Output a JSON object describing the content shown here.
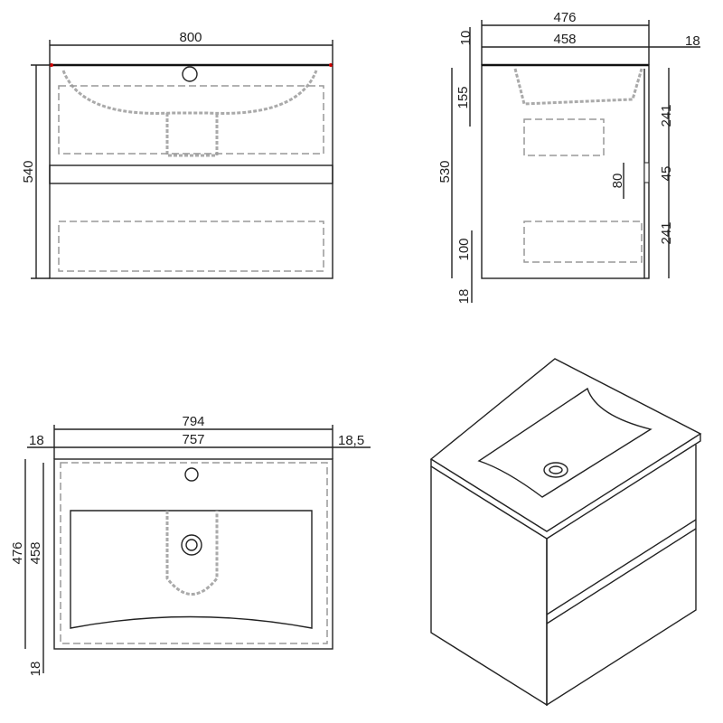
{
  "front_view": {
    "width": "800",
    "height": "540"
  },
  "side_view": {
    "depth_total": "476",
    "depth_inner": "458",
    "top_thickness": "10",
    "back_panel": "18",
    "height": "530",
    "basin_depth": "155",
    "plinth": "100",
    "bottom": "18",
    "drawer_upper": "241",
    "gap": "45",
    "handle": "80",
    "drawer_lower": "241"
  },
  "top_view": {
    "width_total": "794",
    "width_inner": "757",
    "left_offset": "18",
    "right_offset": "18,5",
    "depth_total": "476",
    "depth_inner": "458",
    "bottom_offset": "18"
  },
  "colors": {
    "line": "#222222",
    "hidden": "#999999",
    "accent": "#cc0000"
  }
}
